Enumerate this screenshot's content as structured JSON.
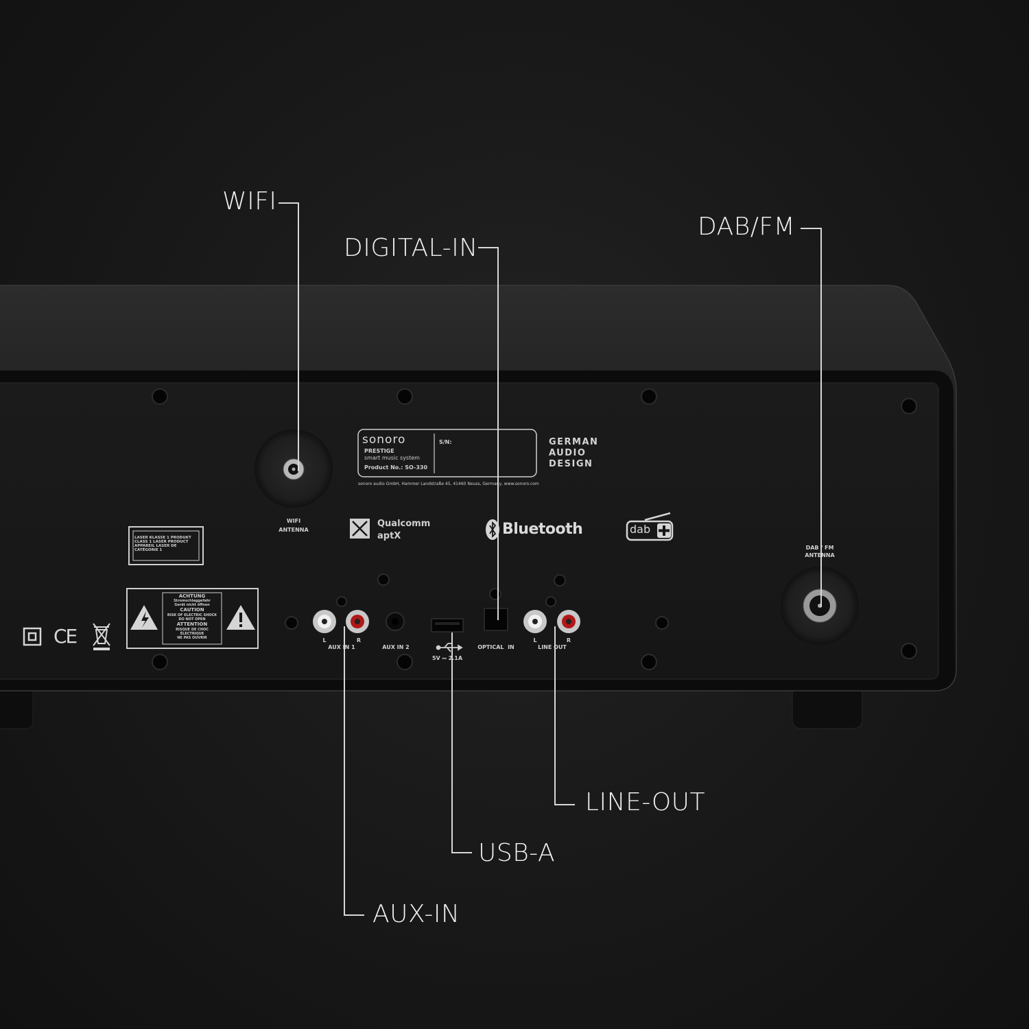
{
  "callouts": {
    "wifi": "WIFI",
    "digital_in": "DIGITAL-IN",
    "dab_fm": "DAB/FM",
    "line_out": "LINE-OUT",
    "usb_a": "USB-A",
    "aux_in": "AUX-IN"
  },
  "panel": {
    "brand": "sonoro",
    "model": "PRESTIGE",
    "model_sub": "smart music system",
    "product_no": "Product No.: SO-330",
    "serial_label": "S/N:",
    "address": "sonoro audio GmbH, Hammer Landstraße 45, 41460 Neuss, Germany, www.sonoro.com",
    "german_design": [
      "GERMAN",
      "AUDIO",
      "DESIGN"
    ],
    "wifi_antenna": [
      "WIFI",
      "ANTENNA"
    ],
    "dab_antenna": [
      "DAB / FM",
      "ANTENNA"
    ],
    "qualcomm": "Qualcomm",
    "aptx": "aptX",
    "bluetooth": "Bluetooth",
    "dab_logo": "dab",
    "laser_label": [
      "LASER KLASSE 1 PRODUKT",
      "CLASS 1 LASER PRODUCT",
      "APPAREIL LASER DE",
      "CATÉGORIE 1"
    ],
    "warning": {
      "achtung": "ACHTUNG",
      "achtung_text": [
        "Stromschlaggefahr",
        "Gerät nicht öffnen"
      ],
      "caution": "CAUTION",
      "caution_text": [
        "RISK OF ELECTRIC SHOCK",
        "DO NOT OPEN"
      ],
      "attention": "ATTENTION",
      "attention_text": [
        "RISQUE DE CHOC ÉLECTRIQUE",
        "NE PAS OUVRIR"
      ]
    },
    "ce_mark": "CE",
    "ports": {
      "aux_in_1": "AUX IN 1",
      "aux_in_2": "AUX IN 2",
      "usb_spec": "5V ⎓ 2.1A",
      "optical_in": "OPTICAL  IN",
      "line_out": "LINE OUT",
      "left": "L",
      "right": "R"
    }
  }
}
